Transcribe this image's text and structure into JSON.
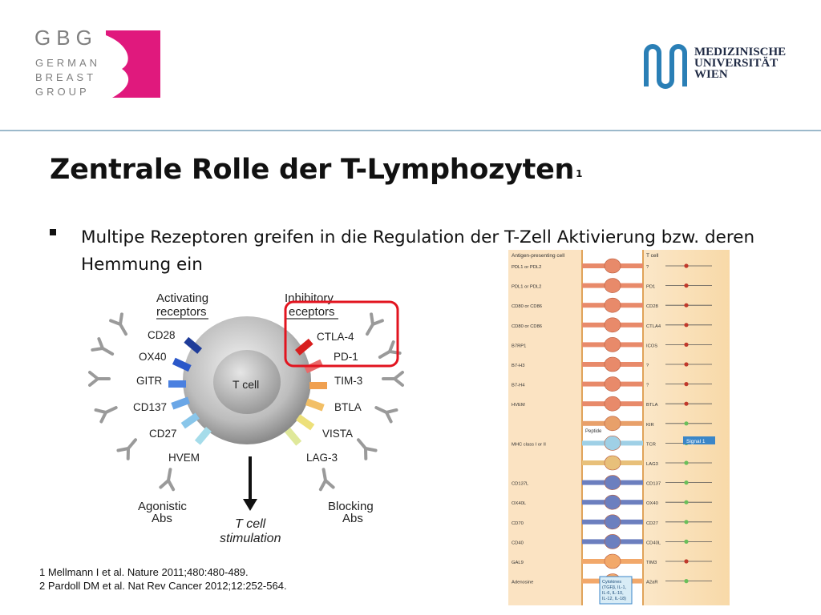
{
  "logos": {
    "gbg_letters": [
      "GBG"
    ],
    "gbg_lines": [
      "GERMAN",
      "BREAST",
      "GROUP"
    ],
    "gbg_color": "#e0197d",
    "muw_lines": [
      "MEDIZINISCHE",
      "UNIVERSITÄT",
      "WIEN"
    ],
    "muw_color": "#2a7fb6"
  },
  "slide": {
    "title": "Zentrale Rolle der T-Lymphozyten",
    "title_ref": "1",
    "bullet": "Multipe Rezeptoren greifen in die Regulation der T-Zell Aktivierung bzw. deren Hemmung ein"
  },
  "figure1": {
    "activating_heading": [
      "Activating",
      "receptors"
    ],
    "inhibitory_heading": [
      "Inhibitory",
      "eceptors"
    ],
    "cell_label": "T cell",
    "activating": [
      "CD28",
      "OX40",
      "GITR",
      "CD137",
      "CD27",
      "HVEM"
    ],
    "inhibitory": [
      "CTLA-4",
      "PD-1",
      "TIM-3",
      "BTLA",
      "VISTA",
      "LAG-3"
    ],
    "agonistic": [
      "Agonistic",
      "Abs"
    ],
    "blocking": [
      "Blocking",
      "Abs"
    ],
    "stimulation": [
      "T cell",
      "stimulation"
    ],
    "highlight_color": "#e2141f"
  },
  "figure2": {
    "header_left": "Antigen-presenting cell",
    "header_right": "T cell",
    "rows": [
      {
        "ligand": "PDL1 or PDL2",
        "receptor": "?"
      },
      {
        "ligand": "PDL1 or PDL2",
        "receptor": "PD1"
      },
      {
        "ligand": "CD80 or CD86",
        "receptor": "CD28"
      },
      {
        "ligand": "CD80 or CD86",
        "receptor": "CTLA4"
      },
      {
        "ligand": "B7RP1",
        "receptor": "ICOS"
      },
      {
        "ligand": "B7-H3",
        "receptor": "?"
      },
      {
        "ligand": "B7-H4",
        "receptor": "?"
      },
      {
        "ligand": "HVEM",
        "receptor": "BTLA"
      },
      {
        "ligand": "",
        "receptor": "KIR"
      },
      {
        "ligand": "MHC class I or II",
        "receptor": "TCR"
      },
      {
        "ligand": "",
        "receptor": "LAG3"
      },
      {
        "ligand": "CD137L",
        "receptor": "CD137"
      },
      {
        "ligand": "OX40L",
        "receptor": "OX40"
      },
      {
        "ligand": "CD70",
        "receptor": "CD27"
      },
      {
        "ligand": "CD40",
        "receptor": "CD40L"
      },
      {
        "ligand": "GAL9",
        "receptor": "TIM3"
      },
      {
        "ligand": "Adenosine",
        "receptor": "A2aR"
      }
    ],
    "peptide_label": "Peptide",
    "signal_label": "Signal 1",
    "cytokines_label": [
      "Cytokines",
      "(TGFβ, IL-1,",
      "IL-6, IL-10,",
      "IL-12, IL-18)"
    ]
  },
  "references": [
    "1 Mellmann I et al. Nature 2011;480:480-489.",
    "2 Pardoll DM et al. Nat Rev Cancer 2012;12:252-564."
  ]
}
